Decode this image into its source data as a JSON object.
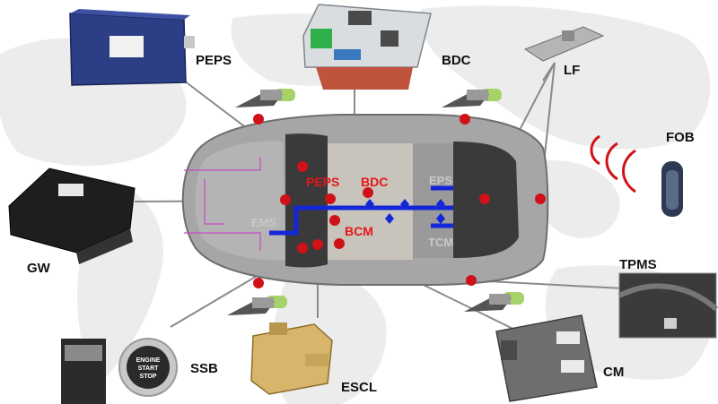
{
  "labels": {
    "peps_module": "PEPS",
    "bdc_module": "BDC",
    "lf": "LF",
    "fob": "FOB",
    "gw": "GW",
    "tpms": "TPMS",
    "ssb": "SSB",
    "escl": "ESCL",
    "cm": "CM"
  },
  "car_labels": {
    "peps": "PEPS",
    "bdc": "BDC",
    "bcm": "BCM",
    "ems": "EMS",
    "eps": "EPS",
    "tcm": "TCM"
  },
  "ssb_button": {
    "line1": "ENGINE",
    "line2": "START",
    "line3": "STOP"
  },
  "colors": {
    "bus": "#1327d8",
    "node": "#d01218",
    "red_text": "#e8151b",
    "map": "#ebebeb",
    "car_body": "#a9a9a9"
  }
}
